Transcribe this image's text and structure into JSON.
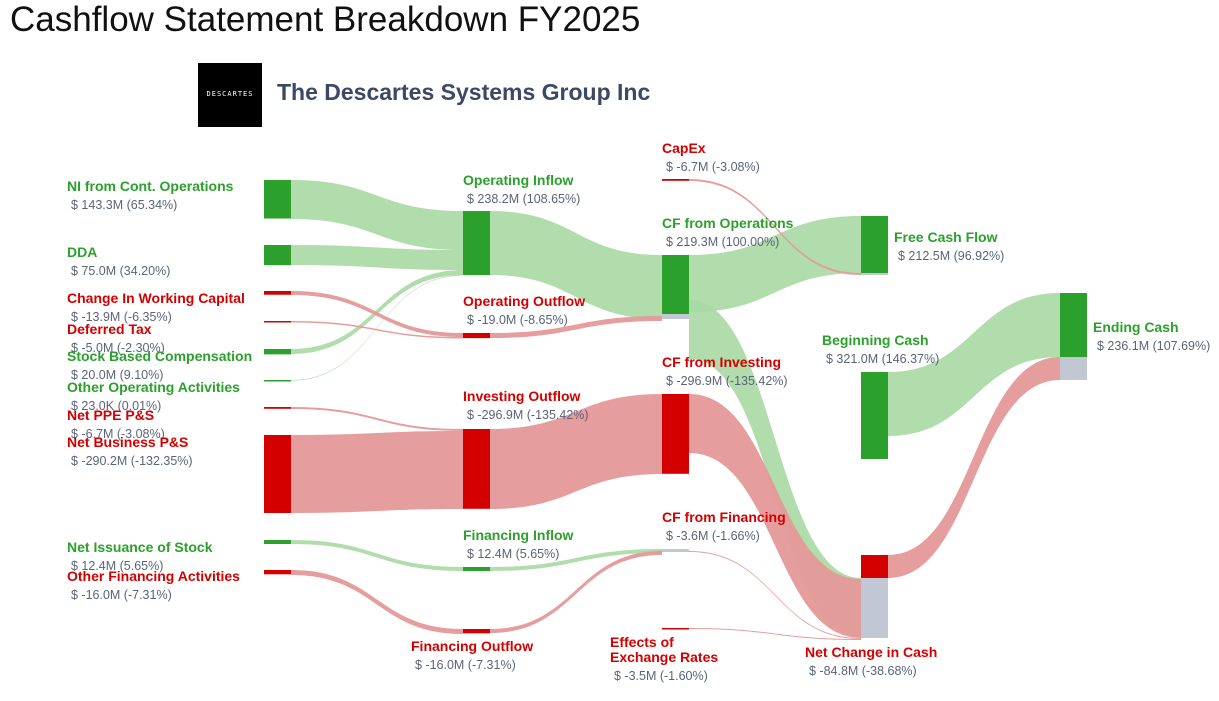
{
  "title": "Cashflow Statement Breakdown FY2025",
  "company": {
    "name": "The Descartes Systems Group Inc",
    "logo_text": "DESCARTES"
  },
  "colors": {
    "positive": "#2ca02c",
    "negative": "#d40000",
    "neutral": "#c2c8d3",
    "positive_link": "#a8d8a3",
    "negative_link": "#e59898",
    "value_text": "#5a6478"
  },
  "chart_data": {
    "type": "sankey",
    "title": "Cashflow Statement Breakdown FY2025",
    "unit": "$M",
    "nodes": [
      {
        "id": "ni",
        "label": "NI from Cont. Operations",
        "value_text": "$ 143.3M (65.34%)",
        "value": 143.3,
        "sign": "positive"
      },
      {
        "id": "dda",
        "label": "DDA",
        "value_text": "$ 75.0M (34.20%)",
        "value": 75.0,
        "sign": "positive"
      },
      {
        "id": "wc",
        "label": "Change In Working Capital",
        "value_text": "$ -13.9M (-6.35%)",
        "value": -13.9,
        "sign": "negative"
      },
      {
        "id": "dt",
        "label": "Deferred Tax",
        "value_text": "$ -5.0M (-2.30%)",
        "value": -5.0,
        "sign": "negative"
      },
      {
        "id": "sbc",
        "label": "Stock Based Compensation",
        "value_text": "$ 20.0M (9.10%)",
        "value": 20.0,
        "sign": "positive"
      },
      {
        "id": "ooa",
        "label": "Other Operating Activities",
        "value_text": "$ 23.0K (0.01%)",
        "value": 0.023,
        "sign": "positive"
      },
      {
        "id": "ppe",
        "label": "Net PPE P&S",
        "value_text": "$ -6.7M (-3.08%)",
        "value": -6.7,
        "sign": "negative"
      },
      {
        "id": "nbp",
        "label": "Net Business P&S",
        "value_text": "$ -290.2M (-132.35%)",
        "value": -290.2,
        "sign": "negative"
      },
      {
        "id": "nis",
        "label": "Net Issuance of Stock",
        "value_text": "$ 12.4M (5.65%)",
        "value": 12.4,
        "sign": "positive"
      },
      {
        "id": "ofa",
        "label": "Other Financing Activities",
        "value_text": "$ -16.0M (-7.31%)",
        "value": -16.0,
        "sign": "negative"
      },
      {
        "id": "oi",
        "label": "Operating Inflow",
        "value_text": "$ 238.2M (108.65%)",
        "value": 238.2,
        "sign": "positive"
      },
      {
        "id": "oo",
        "label": "Operating Outflow",
        "value_text": "$ -19.0M (-8.65%)",
        "value": -19.0,
        "sign": "negative"
      },
      {
        "id": "io",
        "label": "Investing Outflow",
        "value_text": "$ -296.9M (-135.42%)",
        "value": -296.9,
        "sign": "negative"
      },
      {
        "id": "fi",
        "label": "Financing Inflow",
        "value_text": "$ 12.4M (5.65%)",
        "value": 12.4,
        "sign": "positive"
      },
      {
        "id": "fo",
        "label": "Financing Outflow",
        "value_text": "$ -16.0M (-7.31%)",
        "value": -16.0,
        "sign": "negative"
      },
      {
        "id": "capex",
        "label": "CapEx",
        "value_text": "$ -6.7M (-3.08%)",
        "value": -6.7,
        "sign": "negative"
      },
      {
        "id": "cfo",
        "label": "CF from Operations",
        "value_text": "$ 219.3M (100.00%)",
        "value": 219.3,
        "sign": "positive"
      },
      {
        "id": "cfi",
        "label": "CF from Investing",
        "value_text": "$ -296.9M (-135.42%)",
        "value": -296.9,
        "sign": "negative"
      },
      {
        "id": "cff",
        "label": "CF from Financing",
        "value_text": "$ -3.6M (-1.66%)",
        "value": -3.6,
        "sign": "negative"
      },
      {
        "id": "fx",
        "label": "Effects of\nExchange Rates",
        "value_text": "$ -3.5M (-1.60%)",
        "value": -3.5,
        "sign": "negative"
      },
      {
        "id": "fcf",
        "label": "Free Cash Flow",
        "value_text": "$ 212.5M (96.92%)",
        "value": 212.5,
        "sign": "positive"
      },
      {
        "id": "bc",
        "label": "Beginning Cash",
        "value_text": "$ 321.0M (146.37%)",
        "value": 321.0,
        "sign": "positive"
      },
      {
        "id": "nc",
        "label": "Net Change in Cash",
        "value_text": "$ -84.8M (-38.68%)",
        "value": -84.8,
        "sign": "negative"
      },
      {
        "id": "ec",
        "label": "Ending Cash",
        "value_text": "$ 236.1M (107.69%)",
        "value": 236.1,
        "sign": "positive"
      }
    ],
    "links": [
      {
        "source": "ni",
        "target": "oi",
        "value": 143.3,
        "sign": "positive"
      },
      {
        "source": "dda",
        "target": "oi",
        "value": 75.0,
        "sign": "positive"
      },
      {
        "source": "sbc",
        "target": "oi",
        "value": 20.0,
        "sign": "positive"
      },
      {
        "source": "ooa",
        "target": "oi",
        "value": 0.023,
        "sign": "positive"
      },
      {
        "source": "wc",
        "target": "oo",
        "value": 13.9,
        "sign": "negative"
      },
      {
        "source": "dt",
        "target": "oo",
        "value": 5.0,
        "sign": "negative"
      },
      {
        "source": "ppe",
        "target": "io",
        "value": 6.7,
        "sign": "negative"
      },
      {
        "source": "nbp",
        "target": "io",
        "value": 290.2,
        "sign": "negative"
      },
      {
        "source": "nis",
        "target": "fi",
        "value": 12.4,
        "sign": "positive"
      },
      {
        "source": "ofa",
        "target": "fo",
        "value": 16.0,
        "sign": "negative"
      },
      {
        "source": "oi",
        "target": "cfo",
        "value": 238.2,
        "sign": "positive"
      },
      {
        "source": "oo",
        "target": "cfo",
        "value": 19.0,
        "sign": "negative"
      },
      {
        "source": "io",
        "target": "cfi",
        "value": 296.9,
        "sign": "negative"
      },
      {
        "source": "fi",
        "target": "cff",
        "value": 12.4,
        "sign": "positive"
      },
      {
        "source": "fo",
        "target": "cff",
        "value": 16.0,
        "sign": "negative"
      },
      {
        "source": "cfo",
        "target": "fcf",
        "value": 212.5,
        "sign": "positive"
      },
      {
        "source": "capex",
        "target": "fcf",
        "value": 6.7,
        "sign": "negative"
      },
      {
        "source": "cfo",
        "target": "nc",
        "value": 219.3,
        "sign": "positive"
      },
      {
        "source": "cfi",
        "target": "nc",
        "value": 296.9,
        "sign": "negative"
      },
      {
        "source": "cff",
        "target": "nc",
        "value": 3.6,
        "sign": "negative"
      },
      {
        "source": "fx",
        "target": "nc",
        "value": 3.5,
        "sign": "negative"
      },
      {
        "source": "bc",
        "target": "ec",
        "value": 236.1,
        "sign": "positive"
      },
      {
        "source": "nc",
        "target": "ec",
        "value": 84.8,
        "sign": "negative"
      }
    ]
  }
}
